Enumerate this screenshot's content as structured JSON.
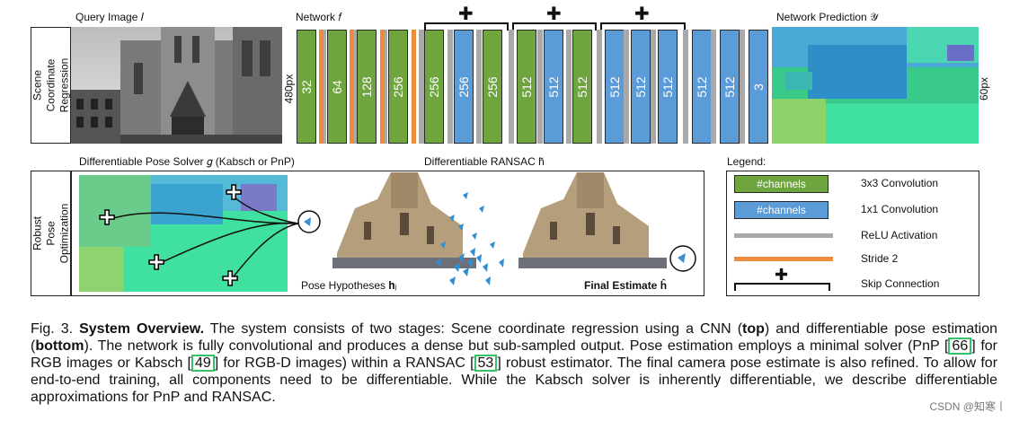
{
  "top": {
    "side_label": "Scene Coordinate\nRegression",
    "query_label": "Query Image 𝐼",
    "network_label": "Network 𝑓",
    "prediction_label": "Network Prediction 𝒴",
    "left_dim": "480px",
    "right_dim": "60px",
    "layers": [
      {
        "ch": "32",
        "type": "green"
      },
      {
        "ch": "64",
        "type": "green"
      },
      {
        "ch": "128",
        "type": "green"
      },
      {
        "ch": "256",
        "type": "green"
      },
      {
        "ch": "256",
        "type": "green"
      },
      {
        "ch": "256",
        "type": "blue"
      },
      {
        "ch": "256",
        "type": "green"
      },
      {
        "ch": "512",
        "type": "green"
      },
      {
        "ch": "512",
        "type": "blue"
      },
      {
        "ch": "512",
        "type": "green"
      },
      {
        "ch": "512",
        "type": "blue"
      },
      {
        "ch": "512",
        "type": "blue"
      },
      {
        "ch": "512",
        "type": "blue"
      },
      {
        "ch": "512",
        "type": "blue"
      },
      {
        "ch": "512",
        "type": "blue"
      },
      {
        "ch": "3",
        "type": "blue"
      }
    ]
  },
  "bottom": {
    "side_label": "Robust Pose\nOptimization",
    "solver_label": "Differentiable Pose Solver 𝑔 (Kabsch or PnP)",
    "ransac_label": "Differentiable RANSAC h̃",
    "hyp_label": "Pose Hypotheses 𝐡ⱼ",
    "final_label": "Final Estimate ĥ"
  },
  "legend": {
    "title": "Legend:",
    "swatch_text": "#channels",
    "items": [
      "3x3 Convolution",
      "1x1 Convolution",
      "ReLU Activation",
      "Stride 2",
      "Skip Connection"
    ]
  },
  "colors": {
    "green": "#6fa53e",
    "blue": "#5b9bd8",
    "relu": "#a9a9a9",
    "stride": "#ec8c3c"
  },
  "caption": {
    "prefix": "Fig. 3. ",
    "title": "System Overview.",
    "t1": " The system consists of two stages: Scene coordinate regression using a CNN (",
    "top": "top",
    "t2": ") and differentiable pose estimation (",
    "bottom": "bottom",
    "t3": "). The network is fully convolutional and produces a dense but sub-sampled output. Pose estimation employs a minimal solver (PnP ",
    "c66": "66",
    "t4": " for RGB images or Kabsch ",
    "c49": "49",
    "t5": " for RGB-D images) within a RANSAC ",
    "c53": "53",
    "t6": " robust estimator. The final camera pose estimate is also refined. To allow for end-to-end training, all components need to be differentiable. While the Kabsch solver is inherently differentiable, we describe differentiable approximations for PnP and RANSAC."
  },
  "watermark": "CSDN @知寒丨"
}
